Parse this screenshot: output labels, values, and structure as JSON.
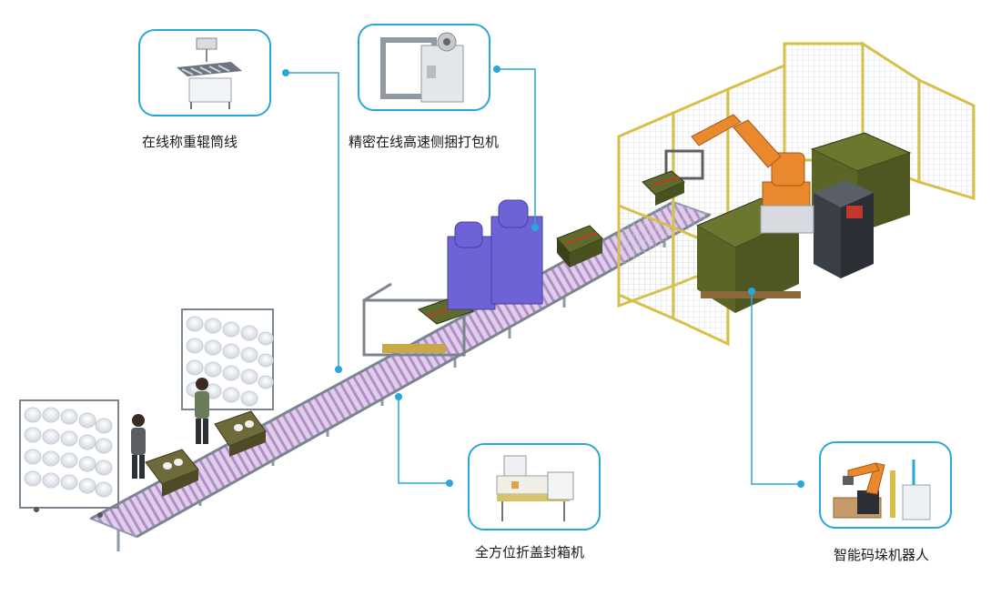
{
  "callouts": [
    {
      "id": "weigher",
      "label": "在线称重辊筒线",
      "icon": "roller-scale-icon"
    },
    {
      "id": "strapper",
      "label": "精密在线高速侧捆打包机",
      "icon": "strapping-machine-icon"
    },
    {
      "id": "sealer",
      "label": "全方位折盖封箱机",
      "icon": "carton-sealer-icon"
    },
    {
      "id": "palletizer",
      "label": "智能码垛机器人",
      "icon": "palletizing-robot-icon"
    }
  ],
  "colors": {
    "accent": "#2aa6d8",
    "conveyor_frame": "#9aa3ad",
    "conveyor_roller": "#b58bc9",
    "machine_blue": "#6d63d6",
    "box_olive": "#5f6b2a",
    "robot_orange": "#e9882c",
    "fence_yellow": "#d7c04a",
    "spool_white": "#f1f3f5"
  }
}
